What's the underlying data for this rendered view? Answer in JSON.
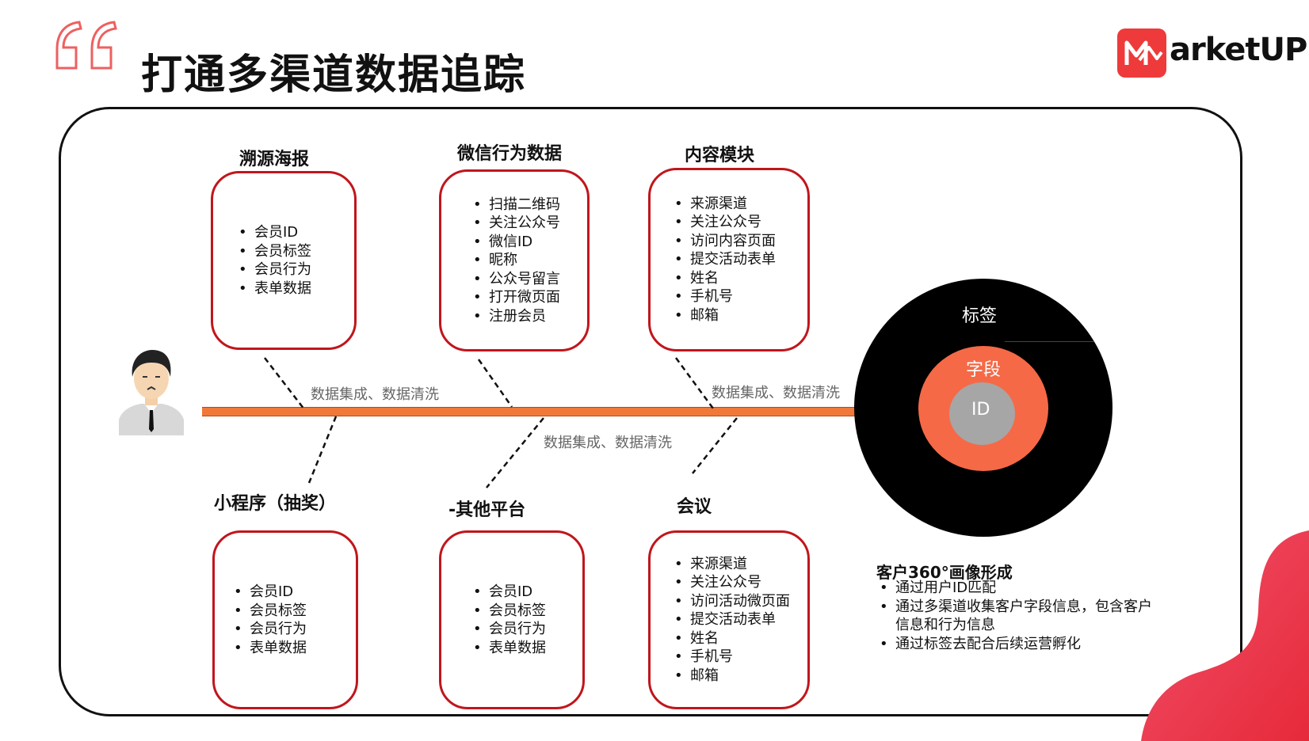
{
  "title": "打通多渠道数据追踪",
  "logo": {
    "text": "arketUP",
    "icon": "m-logo-icon"
  },
  "cleaning_labels": [
    "数据集成、数据清洗",
    "数据集成、数据清洗",
    "数据集成、数据清洗"
  ],
  "channels": {
    "poster": {
      "title": "溯源海报",
      "items": [
        "会员ID",
        "会员标签",
        "会员行为",
        "表单数据"
      ]
    },
    "wechat": {
      "title": "微信行为数据",
      "items": [
        "扫描二维码",
        "关注公众号",
        "微信ID",
        "昵称",
        "公众号留言",
        "打开微页面",
        "注册会员"
      ]
    },
    "content": {
      "title": "内容模块",
      "items": [
        "来源渠道",
        "关注公众号",
        "访问内容页面",
        "提交活动表单",
        "姓名",
        "手机号",
        "邮箱"
      ]
    },
    "miniprogram": {
      "title": "小程序（抽奖）",
      "items": [
        "会员ID",
        "会员标签",
        "会员行为",
        "表单数据"
      ]
    },
    "other": {
      "title": "-其他平台",
      "items": [
        "会员ID",
        "会员标签",
        "会员行为",
        "表单数据"
      ]
    },
    "meeting": {
      "title": "会议",
      "items": [
        "来源渠道",
        "关注公众号",
        "访问活动微页面",
        "提交活动表单",
        "姓名",
        "手机号",
        "邮箱"
      ]
    }
  },
  "profile_circle": {
    "outer": "标签",
    "middle": "字段",
    "inner": "ID"
  },
  "summary": {
    "title": "客户360°画像形成",
    "items": [
      "通过用户ID匹配",
      "通过多渠道收集客户字段信息，包含客户信息和行为信息",
      "通过标签去配合后续运营孵化"
    ]
  },
  "colors": {
    "accent": "#c0161c",
    "axis": "#f07838",
    "mid_circle": "#f56947",
    "inner_circle": "#a6a6a6",
    "blob": "#f03a5c"
  }
}
